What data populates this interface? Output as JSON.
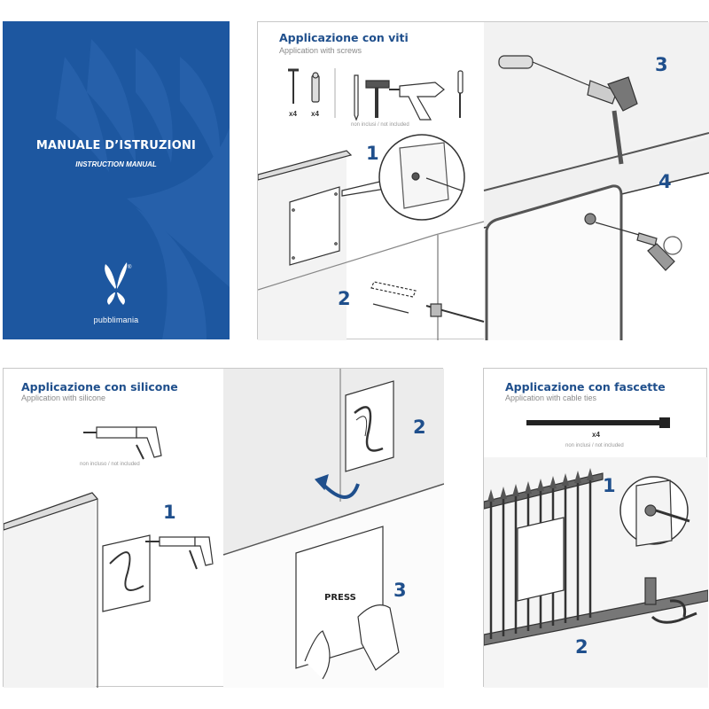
{
  "cover": {
    "title": "MANUALE D’ISTRUZIONI",
    "subtitle": "INSTRUCTION MANUAL",
    "brand": "pubblimania",
    "trademark": "®",
    "bg_color": "#1d57a0"
  },
  "screws": {
    "title": "Applicazione con viti",
    "subtitle": "Application with screws",
    "qty_screw": "x4",
    "qty_plug": "x4",
    "note": "non inclusi / not included",
    "steps": [
      "1",
      "2",
      "3",
      "4"
    ]
  },
  "silicone": {
    "title": "Applicazione con silicone",
    "subtitle": "Application with silicone",
    "note": "non incluso / not included",
    "press": "PRESS",
    "steps": [
      "1",
      "2",
      "3"
    ]
  },
  "ties": {
    "title": "Applicazione con fascette",
    "subtitle": "Application with cable ties",
    "qty": "x4",
    "note": "non inclusi / not included",
    "steps": [
      "1",
      "2"
    ]
  },
  "colors": {
    "accent": "#1f4f8c",
    "line": "#333333",
    "wall": "#eeeeee"
  },
  "icons": [
    "butterfly-logo-icon",
    "screw-icon",
    "wall-plug-icon",
    "pencil-icon",
    "hammer-icon",
    "drill-icon",
    "screwdriver-icon",
    "silicone-gun-icon",
    "rotate-arrow-icon",
    "hand-icon",
    "cable-tie-icon"
  ]
}
